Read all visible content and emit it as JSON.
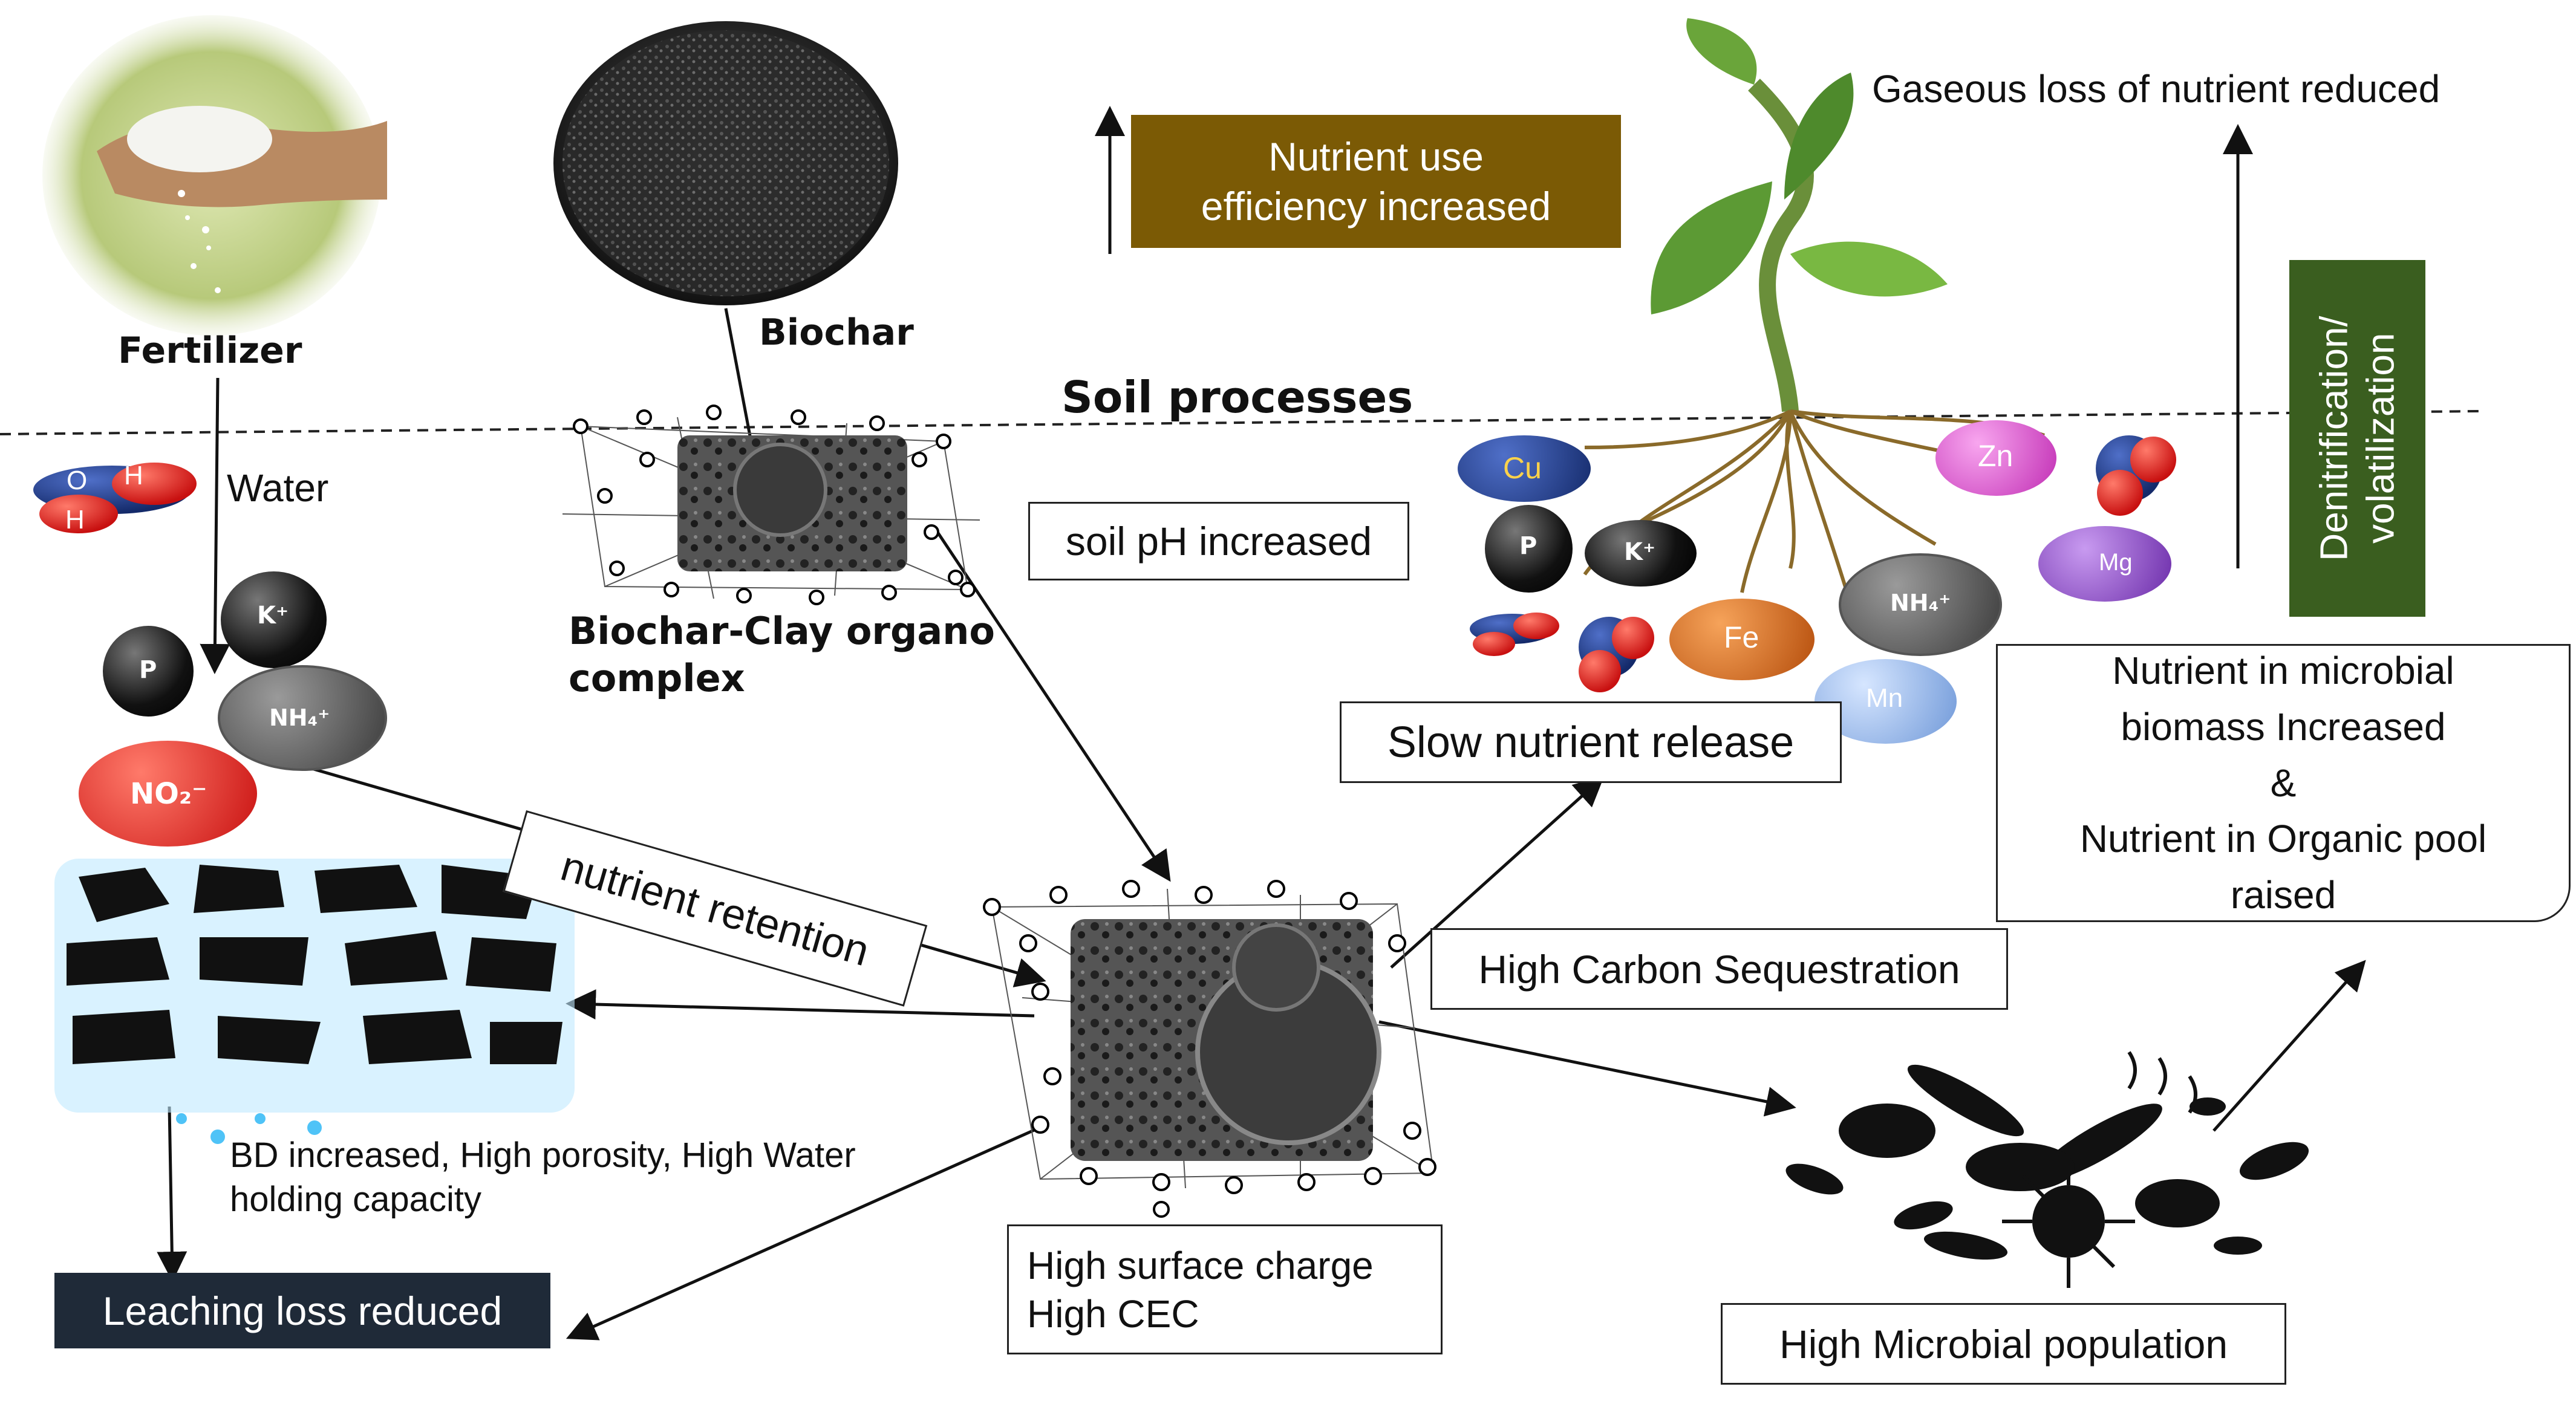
{
  "labels": {
    "fertilizer": "Fertilizer",
    "biochar": "Biochar",
    "soil_processes": "Soil processes",
    "water": "Water",
    "biochar_clay": "Biochar-Clay organo\ncomplex",
    "bd_porosity": "BD increased, High porosity, High Water\nholding capacity",
    "gaseous_loss": "Gaseous loss of nutrient reduced"
  },
  "boxes": {
    "nue": "Nutrient use\nefficiency increased",
    "soil_ph": "soil pH increased",
    "nutrient_retention": "nutrient retention",
    "slow_release": "Slow nutrient release",
    "carbon_seq": "High Carbon Sequestration",
    "surface_charge": "High  surface charge\nHigh  CEC",
    "leaching": "Leaching loss reduced",
    "microbial_pop": "High Microbial population",
    "microbial_biomass": "Nutrient in microbial\nbiomass Increased\n&\nNutrient in Organic pool\nraised",
    "denitrification": "Denitrification/\nvolatilization"
  },
  "ions": {
    "k": "K⁺",
    "p": "P",
    "nh4": "NH₄⁺",
    "no2": "NO₂⁻",
    "cu": "Cu",
    "zn": "Zn",
    "fe": "Fe",
    "mg": "Mg",
    "mn": "Mn",
    "o": "O",
    "h": "H"
  },
  "colors": {
    "nue_fill": "#7b5a05",
    "denitrification_fill": "#3a5e1f",
    "leaching_fill": "#1f2a38",
    "no2_fill": "#e11f1f",
    "cu_fill": "#1f3f8a",
    "zn_fill": "#e64bd8",
    "fe_fill": "#d66318",
    "mg_fill": "#8a3cc4",
    "mn_fill": "#8fb5ea",
    "nh4_fill": "#4a4a4a"
  }
}
